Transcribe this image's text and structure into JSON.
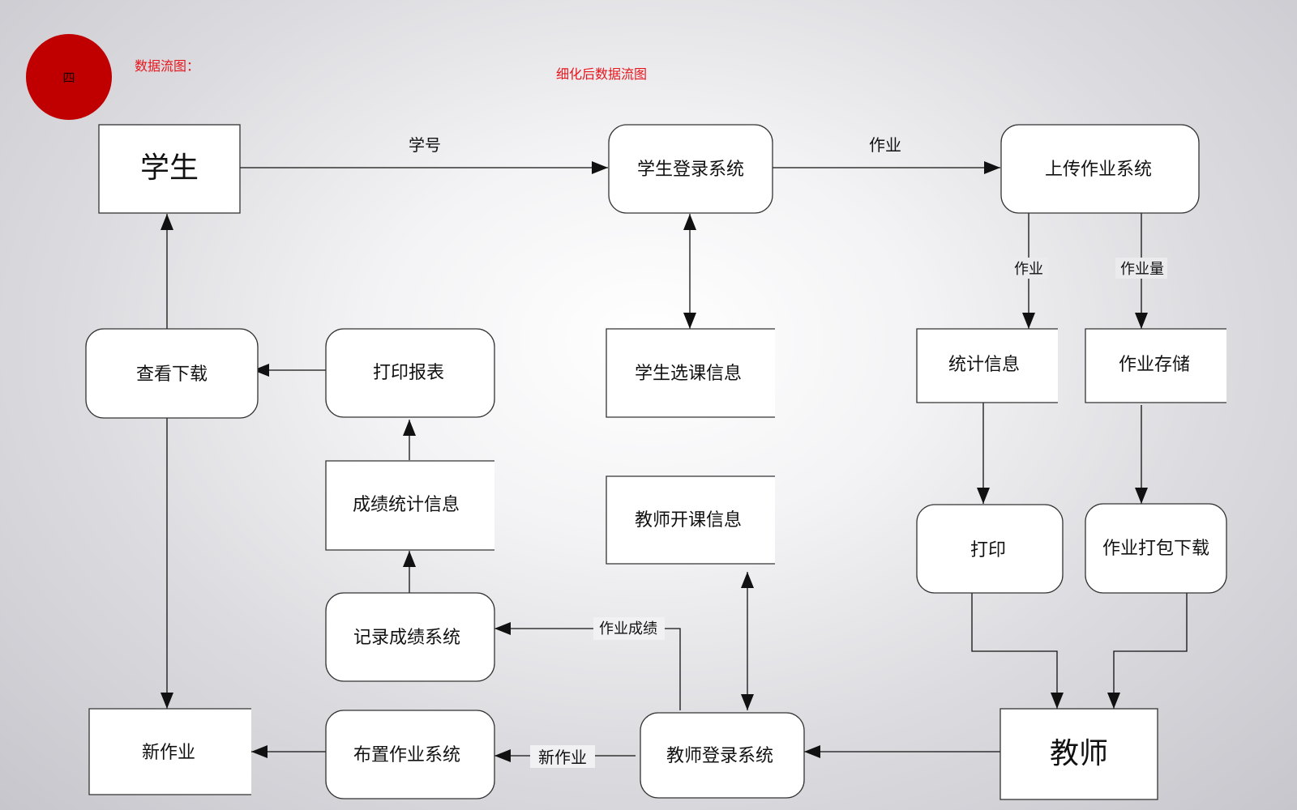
{
  "header": {
    "badge": "四",
    "section_title": "数据流图：",
    "diagram_title": "细化后数据流图"
  },
  "entities": {
    "student": "学生",
    "teacher": "教师"
  },
  "processes": {
    "student_login": "学生登录系统",
    "upload_homework": "上传作业系统",
    "view_download": "查看下载",
    "print_report": "打印报表",
    "record_grades": "记录成绩系统",
    "assign_homework": "布置作业系统",
    "teacher_login": "教师登录系统",
    "print": "打印",
    "package_download": "作业打包下载"
  },
  "stores": {
    "course_selection": "学生选课信息",
    "teacher_courses": "教师开课信息",
    "grade_stats": "成绩统计信息",
    "stat_info": "统计信息",
    "homework_storage": "作业存储",
    "new_homework": "新作业"
  },
  "flows": {
    "student_id": "学号",
    "homework_top": "作业",
    "homework_down": "作业",
    "homework_volume": "作业量",
    "homework_grades": "作业成绩",
    "new_homework_flow": "新作业"
  }
}
